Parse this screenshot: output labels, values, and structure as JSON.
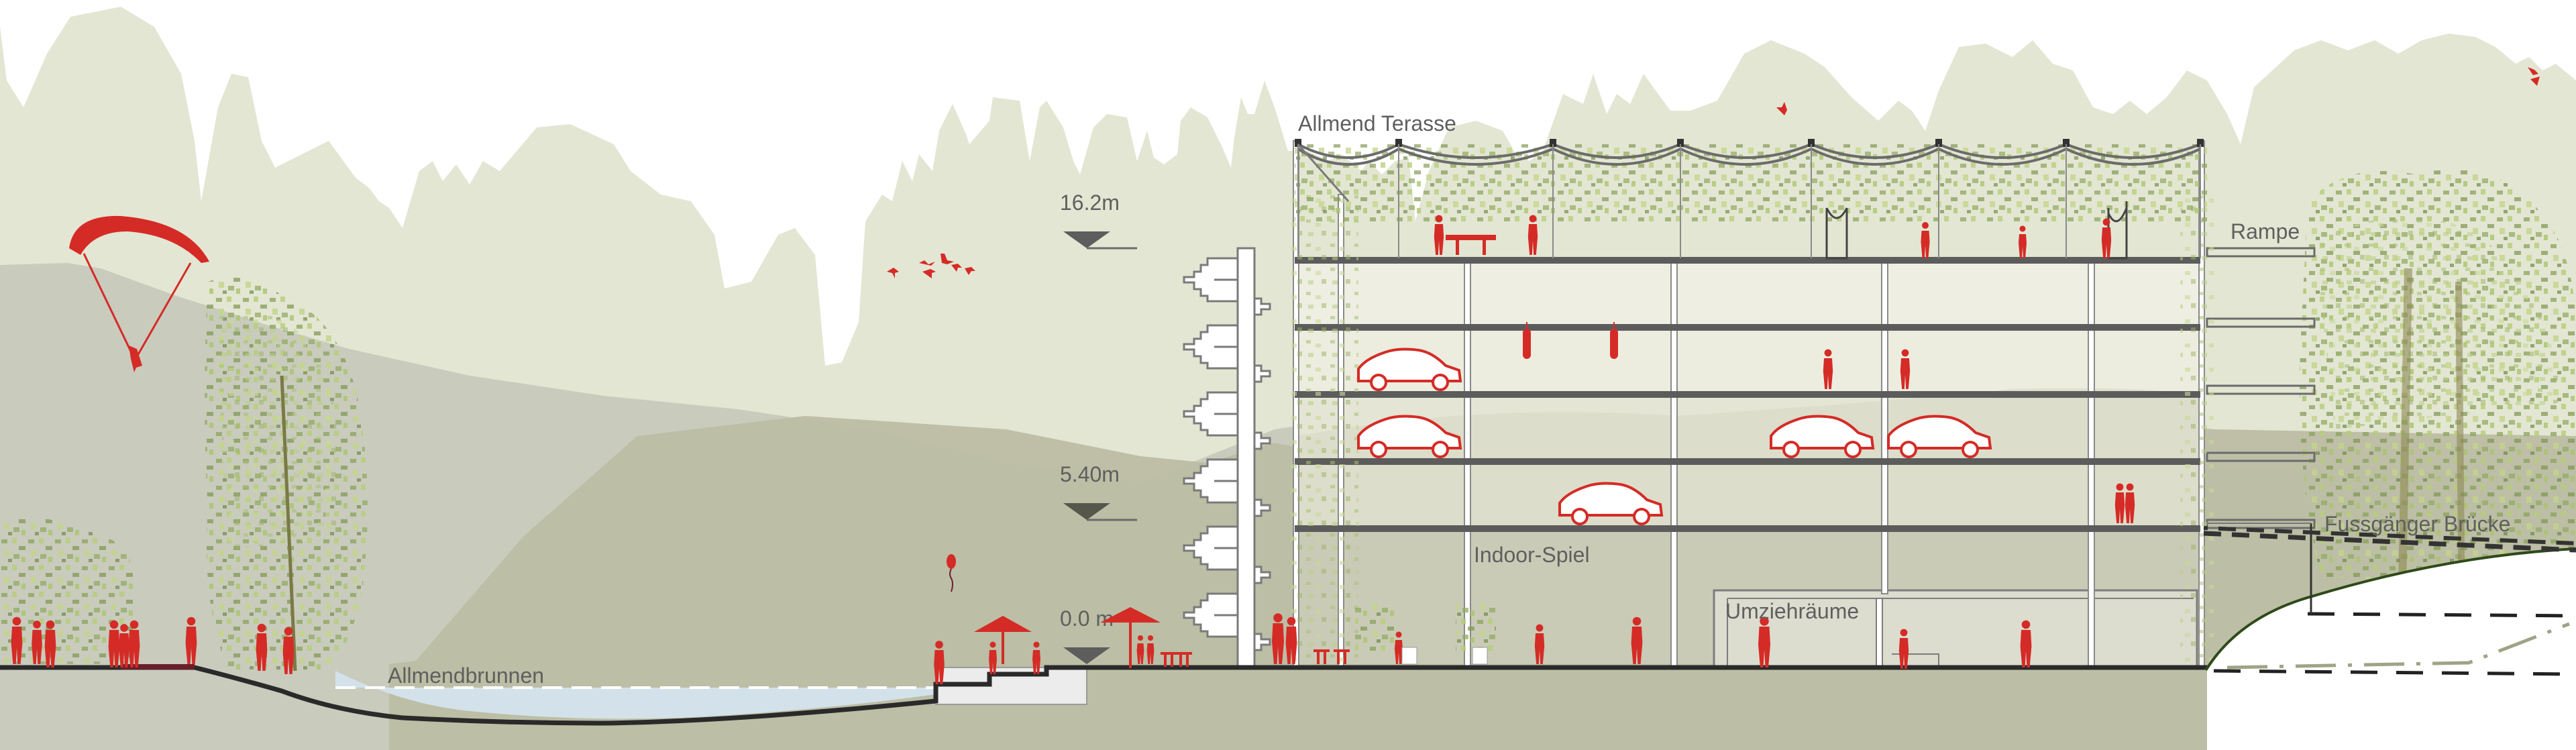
{
  "diagram": {
    "type": "architectural-section",
    "colors": {
      "sky": "#ffffff",
      "mountains": "#e3e6d3",
      "hill_back": "#c9cbbd",
      "hill_front": "#bcbda3",
      "building_interior_light": "#eeefe2",
      "building_interior_mid": "#dfe0d0",
      "building_interior_dark": "#c9cbb6",
      "slab": "#5a5a5a",
      "people_red": "#d52b26",
      "car_outline": "#d52b26",
      "water": "#d3e1ea",
      "ground_line": "#2a2a2a",
      "bank_line": "#2f4a1a",
      "foliage_dark": "#7f9a55",
      "foliage_light": "#b9cf7a",
      "label_text": "#5f5f5f"
    },
    "labels": {
      "terrace": "Allmend Terasse",
      "ramp": "Rampe",
      "bridge": "Fussgänger Brücke",
      "indoor": "Indoor-Spiel",
      "changing_rooms": "Umziehräume",
      "fountain": "Allmendbrunnen"
    },
    "levels": [
      {
        "label": "16.2m",
        "value_m": 16.2
      },
      {
        "label": "5.40m",
        "value_m": 5.4
      },
      {
        "label": "0.0 m",
        "value_m": 0.0
      }
    ],
    "building": {
      "floors": 5,
      "roof": "pergola with climbing plants",
      "bays": 5
    },
    "elements": {
      "cars": 5,
      "paraglider": 1,
      "umbrellas": 2,
      "birds_flocks": 3,
      "balloon": 1
    }
  }
}
